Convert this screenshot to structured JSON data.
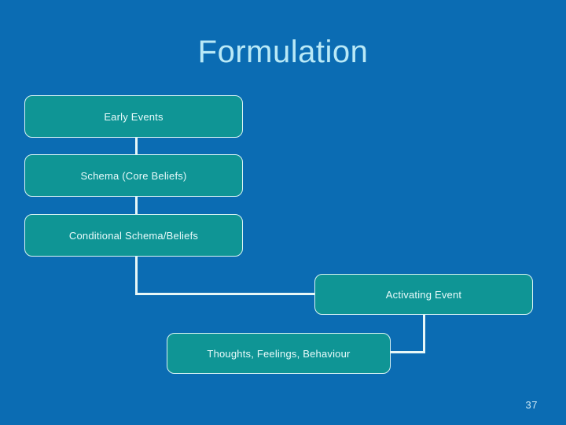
{
  "slide": {
    "title": "Formulation",
    "page_number": "37",
    "background_color": "#0b6cb3",
    "title_color": "#b9e9f7",
    "box_fill_color": "#0f9595",
    "box_border_color": "#d8f3f3",
    "connector_color": "#e7f7f7"
  },
  "diagram": {
    "nodes": [
      {
        "id": "early-events",
        "label": "Early Events"
      },
      {
        "id": "schema",
        "label": "Schema (Core Beliefs)"
      },
      {
        "id": "conditional-schema",
        "label": "Conditional Schema/Beliefs"
      },
      {
        "id": "activating-event",
        "label": "Activating Event"
      },
      {
        "id": "thoughts",
        "label": "Thoughts, Feelings, Behaviour"
      }
    ],
    "connectors": [
      {
        "from": "early-events",
        "to": "schema",
        "style": "vertical"
      },
      {
        "from": "schema",
        "to": "conditional-schema",
        "style": "vertical"
      },
      {
        "from": "conditional-schema",
        "to": "activating-event",
        "style": "elbow-down-right"
      },
      {
        "from": "activating-event",
        "to": "thoughts",
        "style": "elbow-down-left"
      }
    ]
  }
}
